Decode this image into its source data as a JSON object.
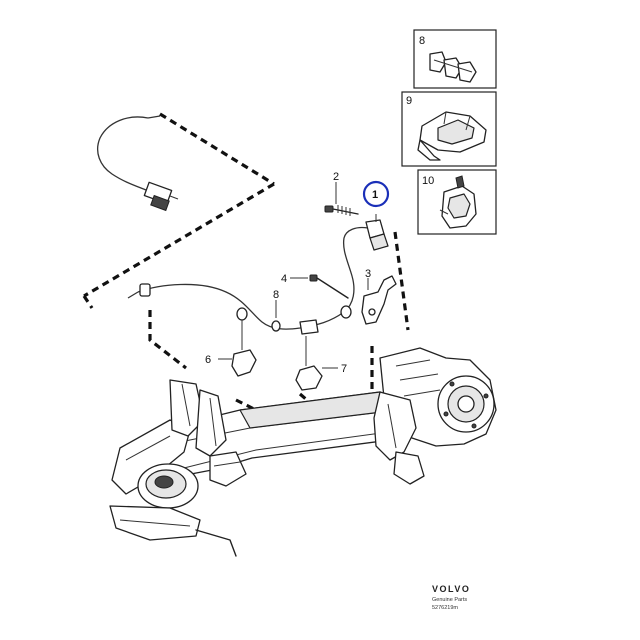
{
  "callouts": {
    "c1": "1",
    "c2": "2",
    "c3": "3",
    "c4": "4",
    "c6": "6",
    "c7": "7",
    "c8": "8"
  },
  "insets": [
    {
      "number": "8"
    },
    {
      "number": "9"
    },
    {
      "number": "10"
    }
  ],
  "highlight": {
    "part": "1",
    "color": "#1a2fb8"
  },
  "footer": {
    "brand": "VOLVO",
    "line1": "Genuine Parts",
    "line2": "5276219m"
  }
}
